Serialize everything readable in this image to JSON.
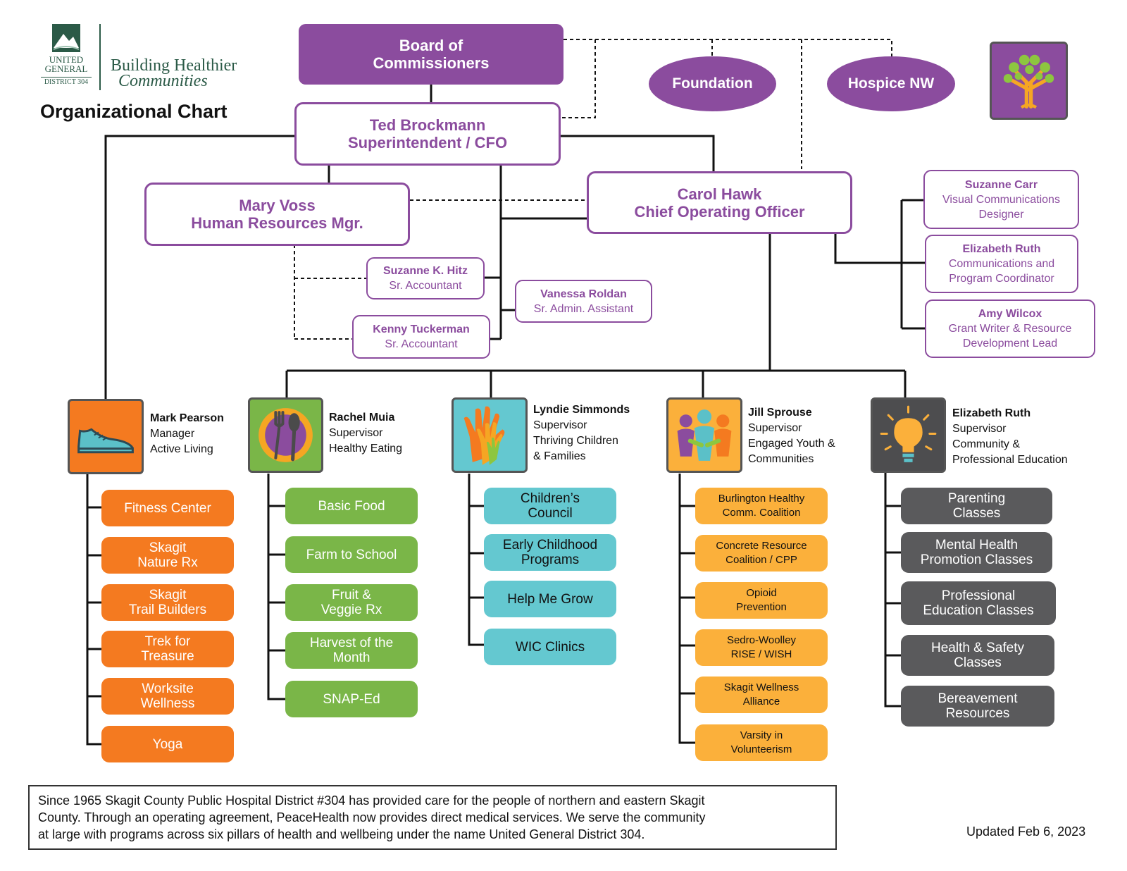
{
  "header": {
    "logo_line1": "UNITED",
    "logo_line2": "GENERAL",
    "logo_line3": "DISTRICT 304",
    "tagline1": "Building Healthier",
    "tagline2": "Communities",
    "title": "Organizational Chart"
  },
  "top": {
    "board": [
      "Board of",
      "Commissioners"
    ],
    "foundation": "Foundation",
    "hospice": "Hospice NW"
  },
  "executives": {
    "superintendent": [
      "Ted Brockmann",
      "Superintendent / CFO"
    ],
    "hr": [
      "Mary Voss",
      "Human Resources Mgr."
    ],
    "coo": [
      "Carol Hawk",
      "Chief Operating Officer"
    ]
  },
  "staff": [
    {
      "name": "Suzanne K. Hitz",
      "role": "Sr. Accountant"
    },
    {
      "name": "Kenny Tuckerman",
      "role": "Sr. Accountant"
    },
    {
      "name": "Vanessa Roldan",
      "role": "Sr. Admin. Assistant"
    }
  ],
  "comms": [
    {
      "name": "Suzanne Carr",
      "role": [
        "Visual Communications",
        "Designer"
      ]
    },
    {
      "name": "Elizabeth Ruth",
      "role": [
        "Communications and",
        "Program Coordinator"
      ]
    },
    {
      "name": "Amy Wilcox",
      "role": [
        "Grant Writer & Resource",
        "Development Lead"
      ]
    }
  ],
  "departments": [
    {
      "name": "Mark Pearson",
      "lines": [
        "Manager",
        "Active Living"
      ],
      "icon": "shoe-icon",
      "color": "#f47a20",
      "programs": [
        [
          "Fitness Center"
        ],
        [
          "Skagit",
          "Nature Rx"
        ],
        [
          "Skagit",
          "Trail Builders"
        ],
        [
          "Trek for",
          "Treasure"
        ],
        [
          "Worksite",
          "Wellness"
        ],
        [
          "Yoga"
        ]
      ]
    },
    {
      "name": "Rachel Muia",
      "lines": [
        "Supervisor",
        "Healthy Eating"
      ],
      "icon": "fork-spoon-icon",
      "color": "#7ab648",
      "programs": [
        [
          "Basic Food"
        ],
        [
          "Farm to School"
        ],
        [
          "Fruit &",
          "Veggie Rx"
        ],
        [
          "Harvest of the",
          "Month"
        ],
        [
          "SNAP-Ed"
        ]
      ]
    },
    {
      "name": "Lyndie Simmonds",
      "lines": [
        "Supervisor",
        "Thriving Children",
        "& Families"
      ],
      "icon": "hands-icon",
      "color": "#64c8d0",
      "programs": [
        [
          "Children’s",
          "Council"
        ],
        [
          "Early Childhood",
          "Programs"
        ],
        [
          "Help Me Grow"
        ],
        [
          "WIC Clinics"
        ]
      ]
    },
    {
      "name": "Jill Sprouse",
      "lines": [
        "Supervisor",
        "Engaged Youth &",
        "Communities"
      ],
      "icon": "people-icon",
      "color": "#fbb03b",
      "programs": [
        [
          "Burlington Healthy",
          "Comm. Coalition"
        ],
        [
          "Concrete Resource",
          "Coalition / CPP"
        ],
        [
          "Opioid",
          "Prevention"
        ],
        [
          "Sedro-Woolley",
          "RISE / WISH"
        ],
        [
          "Skagit Wellness",
          "Alliance"
        ],
        [
          "Varsity in",
          "Volunteerism"
        ]
      ]
    },
    {
      "name": "Elizabeth Ruth",
      "lines": [
        "Supervisor",
        "Community &",
        "Professional Education"
      ],
      "icon": "lightbulb-icon",
      "color": "#5a5a5c",
      "programs": [
        [
          "Parenting",
          "Classes"
        ],
        [
          "Mental Health",
          "Promotion Classes"
        ],
        [
          "Professional",
          "Education Classes"
        ],
        [
          "Health & Safety",
          "Classes"
        ],
        [
          "Bereavement",
          "Resources"
        ]
      ]
    }
  ],
  "footer": {
    "about": [
      "Since 1965 Skagit County Public Hospital District #304 has provided care for the people of northern and eastern Skagit",
      "County. Through an operating agreement, PeaceHealth now provides direct medical services. We serve the community",
      "at large with programs across six pillars of health and wellbeing under the name United General District 304."
    ],
    "updated": "Updated Feb 6, 2023"
  }
}
